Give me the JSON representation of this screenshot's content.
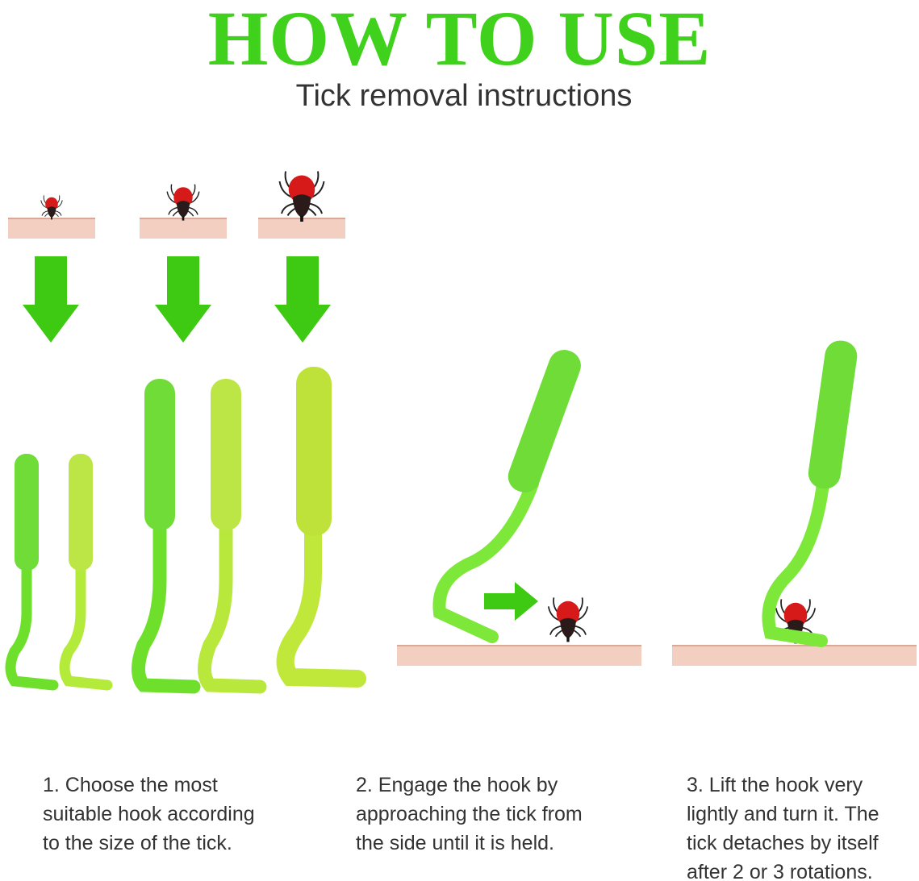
{
  "header": {
    "title": "HOW TO USE",
    "subtitle": "Tick removal instructions"
  },
  "steps": [
    {
      "text": "1. Choose the most\nsuitable hook according\nto the size of the tick."
    },
    {
      "text": "2. Engage the hook by\napproaching the tick from\nthe side until it is held."
    },
    {
      "text": "3. Lift the hook very\nlightly and turn it. The\ntick detaches by itself\nafter 2 or 3 rotations."
    }
  ],
  "colors": {
    "title_green": "#3fd11b",
    "arrow_green": "#3ec912",
    "skin": "#f2cfc0",
    "tick_red": "#d61a1a",
    "hook_green": "#7ee83a",
    "hook_lime": "#c6ec3c"
  }
}
